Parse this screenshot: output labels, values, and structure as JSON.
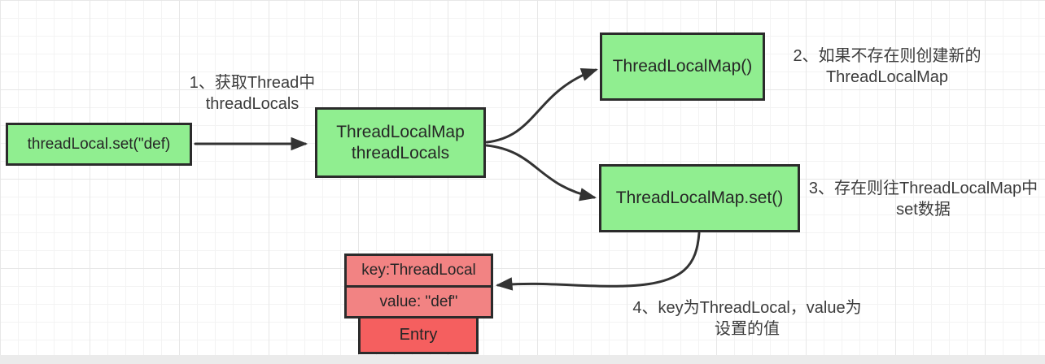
{
  "nodes": {
    "start": {
      "label": "threadLocal.set(\"def)"
    },
    "thread_locals": {
      "line1": "ThreadLocalMap",
      "line2": "threadLocals"
    },
    "create_map": {
      "label": "ThreadLocalMap()"
    },
    "map_set": {
      "label": "ThreadLocalMap.set()"
    },
    "entry": {
      "key": "key:ThreadLocal",
      "value": "value: \"def\"",
      "title": "Entry"
    }
  },
  "annotations": {
    "step1": {
      "line1": "1、获取Thread中",
      "line2": "threadLocals"
    },
    "step2": {
      "line1": "2、如果不存在则创建新的",
      "line2": "ThreadLocalMap"
    },
    "step3": {
      "line1": "3、存在则往ThreadLocalMap中",
      "line2": "set数据"
    },
    "step4": {
      "line1": "4、key为ThreadLocal，value为",
      "line2": "设置的值"
    }
  },
  "colors": {
    "canvas_bg": "#ffffff",
    "node_green": "#90ee90",
    "node_pink": "#f28383",
    "node_red": "#f55f5f",
    "node_border": "#2b2b2b",
    "arrow": "#333333",
    "annotation_text": "#3c3c3c",
    "scrollbar": "#ebebeb"
  }
}
